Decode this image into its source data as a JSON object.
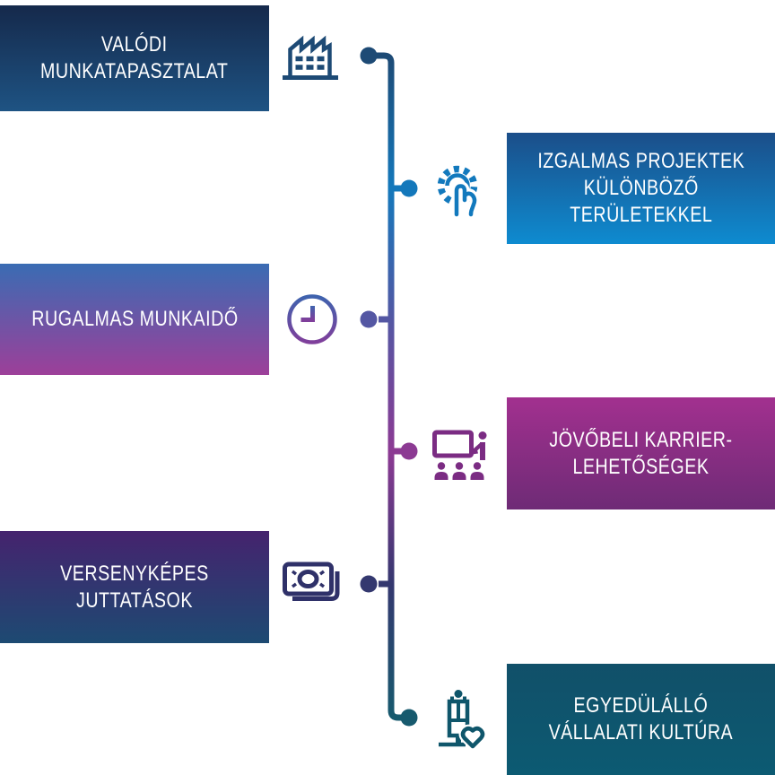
{
  "title": "Company benefits infographic (Hungarian)",
  "connector": {
    "line_gradient_stops": [
      "#1d4a75",
      "#1478bb",
      "#5457a3",
      "#8c3a93",
      "#34386f",
      "#175a6e"
    ]
  },
  "items": [
    {
      "label": "VALÓDI\nMUNKATAPASZTALAT",
      "side": "left",
      "icon": "factory-icon",
      "box_gradient": [
        "#15294b",
        "#1e5383"
      ],
      "icon_color": "#1d4a75",
      "node_color": "#1d4a75"
    },
    {
      "label": "IZGALMAS PROJEKTEK\nKÜLÖNBÖZŐ\nTERÜLETEKKEL",
      "side": "right",
      "icon": "gear-hand-icon",
      "box_gradient": [
        "#1b4e89",
        "#0e8bd0"
      ],
      "icon_color": "#1279bd",
      "node_color": "#1478bb"
    },
    {
      "label": "RUGALMAS MUNKAIDŐ",
      "side": "left",
      "icon": "clock-icon",
      "box_gradient": [
        "#3a6cb3",
        "#9d3f99"
      ],
      "icon_color": "#5457a3",
      "icon_gradient": [
        "#3f63ae",
        "#7f3f9b"
      ],
      "node_color": "#5457a3"
    },
    {
      "label": "JÖVŐBELI KARRIER-\nLEHETŐSÉGEK",
      "side": "right",
      "icon": "presentation-icon",
      "box_gradient": [
        "#a2308f",
        "#6e2b76"
      ],
      "icon_color": "#7b2c83",
      "node_color": "#8c3a93"
    },
    {
      "label": "VERSENYKÉPES\nJUTTATÁSOK",
      "side": "left",
      "icon": "money-icon",
      "box_gradient": [
        "#45236e",
        "#1d4a72"
      ],
      "icon_color": "#2f3169",
      "node_color": "#34386f"
    },
    {
      "label": "EGYEDÜLÁLLÓ\nVÁLLALATI KULTÚRA",
      "side": "right",
      "icon": "person-heart-icon",
      "box_gradient": [
        "#115069",
        "#0c5a72"
      ],
      "icon_color": "#0f566b",
      "node_color": "#175a6e"
    }
  ]
}
